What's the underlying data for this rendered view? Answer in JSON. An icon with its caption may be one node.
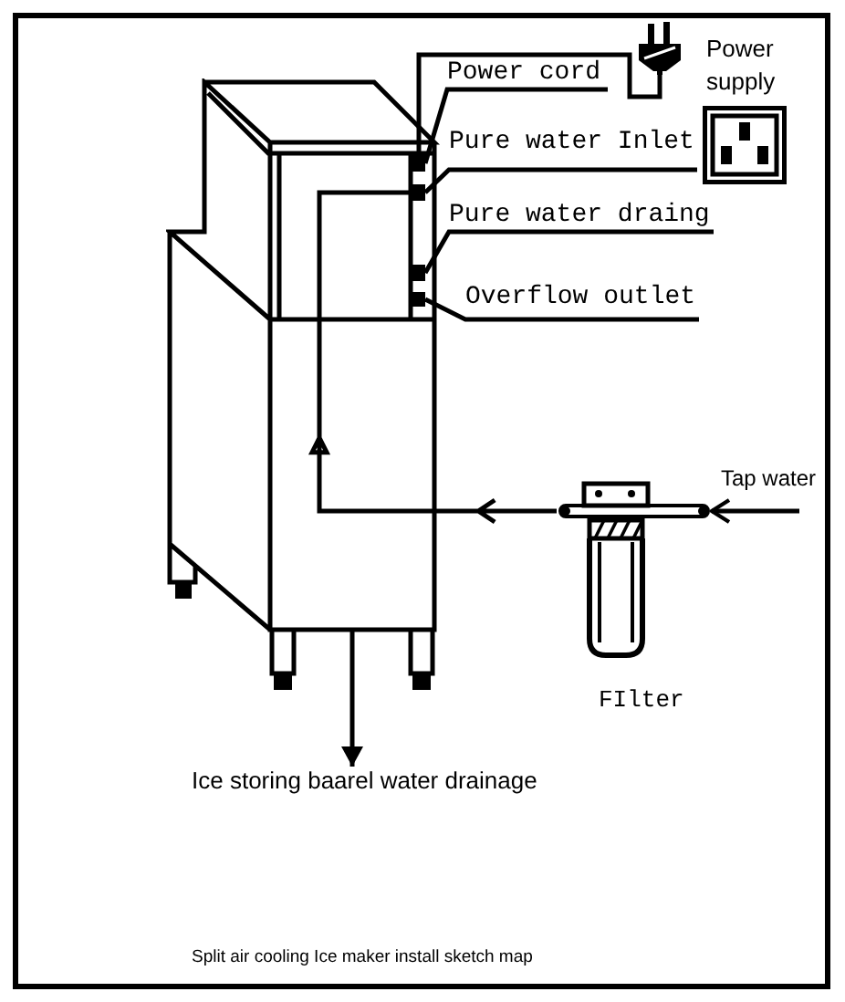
{
  "diagram": {
    "caption": "Split air cooling Ice maker install sketch map",
    "nodes": [
      {
        "text": [],
        "shape": "picture"
      },
      {
        "text": [],
        "shape": "box",
        "in": 0
      },
      {
        "text": [],
        "shape": "box",
        "in": 0
      },
      {
        "text": [],
        "shape": "box",
        "in": 0
      },
      {
        "text": [],
        "shape": "box",
        "in": 0
      },
      {
        "text": [
          "Power cord"
        ]
      },
      {
        "text": [
          "Pure water Inlet"
        ]
      },
      {
        "text": [
          "Pure water draing"
        ]
      },
      {
        "text": [
          "Overflow outlet"
        ]
      },
      {
        "text": [],
        "shape": "picture"
      },
      {
        "text": [
          "Power supply"
        ]
      },
      {
        "text": [
          "FIlter"
        ]
      },
      {
        "text": [
          "Ice storing baarel water drainage"
        ]
      }
    ],
    "edges": [
      {
        "from": 5,
        "to": 1,
        "arrow": "none"
      },
      {
        "from": 6,
        "to": 2,
        "arrow": "none"
      },
      {
        "from": 7,
        "to": 3,
        "arrow": "none"
      },
      {
        "from": 8,
        "to": 4,
        "arrow": "none"
      },
      {
        "from": 1,
        "to": 9,
        "arrow": "none"
      },
      {
        "from": null,
        "to": 11,
        "arrow": "to",
        "label": "Tap water"
      },
      {
        "from": 11,
        "to": 2,
        "arrow": "to"
      },
      {
        "from": 0,
        "to": 12,
        "arrow": "to"
      }
    ]
  }
}
